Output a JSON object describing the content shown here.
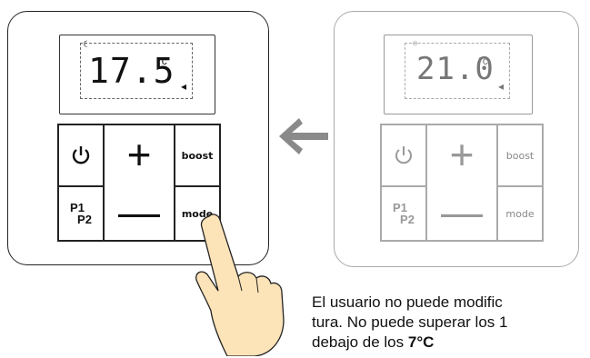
{
  "left_device": {
    "temperature": "17.5",
    "unit": "°c",
    "buttons": {
      "boost": "boost",
      "mode": "mode",
      "p1": "P1",
      "p2": "P2",
      "plus": "+",
      "minus": "—"
    }
  },
  "right_device": {
    "temperature": "21.0",
    "unit": "°c",
    "buttons": {
      "boost": "boost",
      "mode": "mode",
      "p1": "P1",
      "p2": "P2",
      "plus": "+",
      "minus": "—"
    }
  },
  "caption": {
    "line1": "El usuario no puede modific",
    "line2": "tura. No puede superar los 1",
    "line3_prefix": "debajo de los ",
    "line3_bold": "7°C"
  },
  "colors": {
    "active": "#111111",
    "inactive": "#999999",
    "arrow": "#8a8a8a",
    "hand_skin": "#fde3b8"
  },
  "icons": {
    "arrow": "arrow-left-icon",
    "power": "power-icon",
    "hand": "pointing-hand-icon"
  }
}
